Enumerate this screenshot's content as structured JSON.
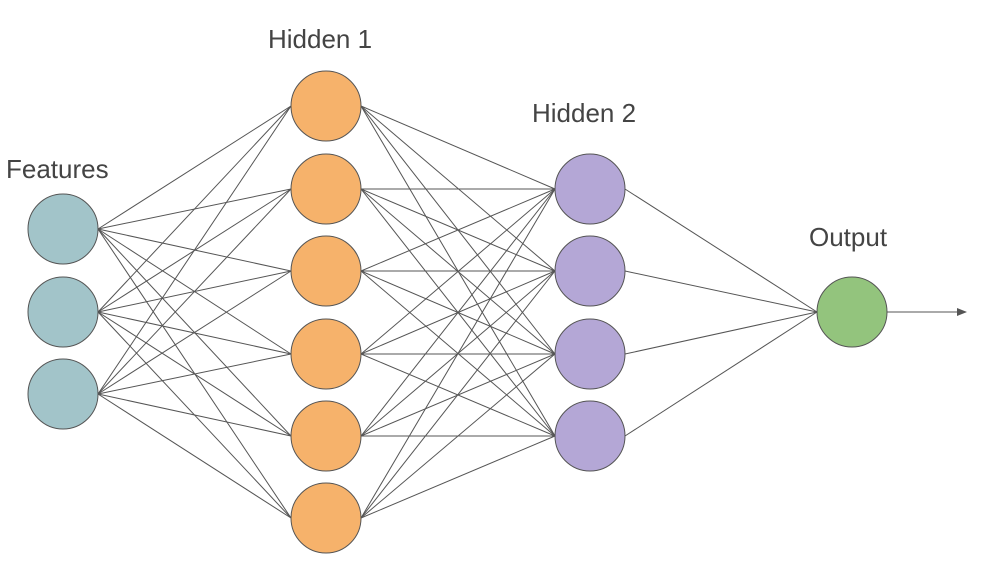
{
  "layers": [
    {
      "label": "Features",
      "nodes": 3,
      "color": "#a2c4c9"
    },
    {
      "label": "Hidden 1",
      "nodes": 6,
      "color": "#f6b26b"
    },
    {
      "label": "Hidden 2",
      "nodes": 4,
      "color": "#b4a7d6"
    },
    {
      "label": "Output",
      "nodes": 1,
      "color": "#93c47d"
    }
  ],
  "edge_color": "#555555",
  "output_arrow": true
}
